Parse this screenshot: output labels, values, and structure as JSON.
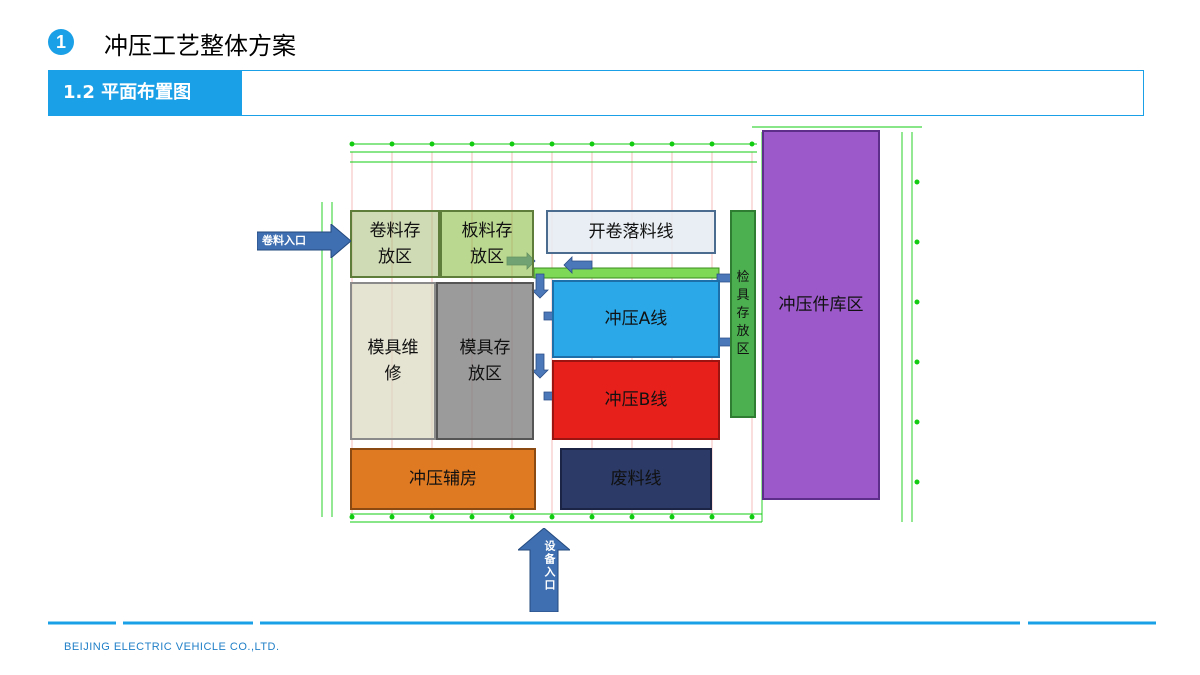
{
  "header": {
    "number": "1",
    "title": "冲压工艺整体方案"
  },
  "section": {
    "label": "1.2 平面布置图"
  },
  "plan": {
    "zones": {
      "coil_storage": "卷料存放区",
      "sheet_storage": "板料存放区",
      "blanking_line": "开卷落料线",
      "die_repair": "模具维修",
      "die_storage": "模具存放区",
      "press_line_a": "冲压A线",
      "press_line_b": "冲压B线",
      "inspection_storage": "检具存放区",
      "stamped_parts_storage": "冲压件库区",
      "press_auxiliary": "冲压辅房",
      "scrap_line": "废料线"
    },
    "material_entrance": "卷料入口",
    "equipment_entrance": "设备入口"
  },
  "footer": {
    "company": "BEIJING ELECTRIC VEHICLE CO.,LTD."
  },
  "colors": {
    "accent": "#1aa0e6",
    "line_a": "#2aa8e8",
    "line_b": "#e8201c",
    "stamped_storage": "#9b59c9",
    "aux_room": "#e07a22",
    "scrap": "#2b3a67"
  }
}
